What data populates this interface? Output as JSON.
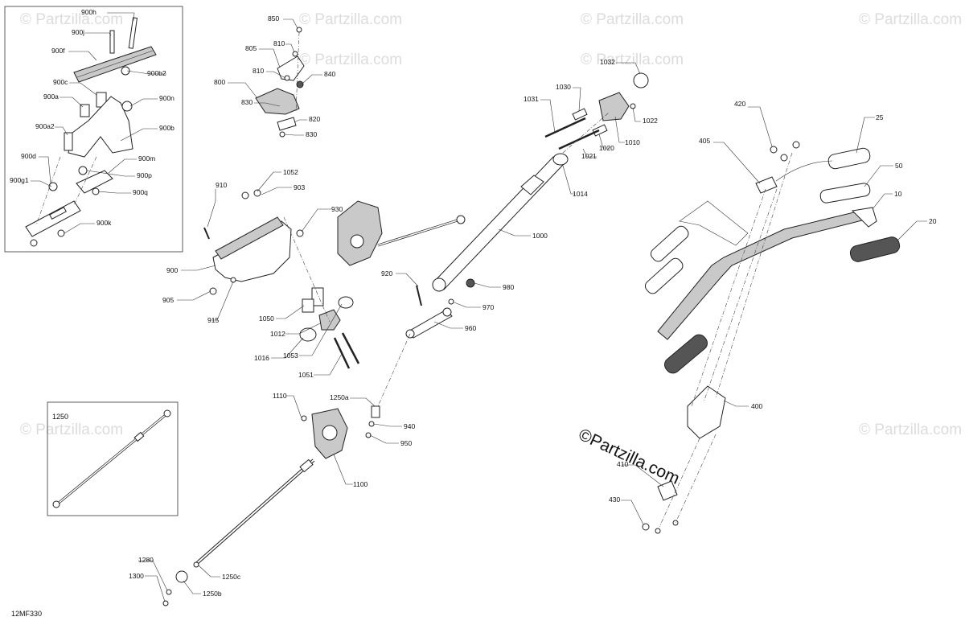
{
  "diagram_code": "12MF330",
  "brand_overlay": "©Partzilla.com",
  "watermark": "© Partzilla.com",
  "inset_1250_title": "1250",
  "callouts": [
    {
      "id": "900h",
      "text": "900h"
    },
    {
      "id": "900j",
      "text": "900j"
    },
    {
      "id": "900f",
      "text": "900f"
    },
    {
      "id": "900c",
      "text": "900c"
    },
    {
      "id": "900b2",
      "text": "900b2"
    },
    {
      "id": "900a",
      "text": "900a"
    },
    {
      "id": "900n",
      "text": "900n"
    },
    {
      "id": "900a2",
      "text": "900a2"
    },
    {
      "id": "900b",
      "text": "900b"
    },
    {
      "id": "900d",
      "text": "900d"
    },
    {
      "id": "900m",
      "text": "900m"
    },
    {
      "id": "900g1",
      "text": "900g1"
    },
    {
      "id": "900p",
      "text": "900p"
    },
    {
      "id": "900q",
      "text": "900q"
    },
    {
      "id": "900k",
      "text": "900k"
    },
    {
      "id": "850",
      "text": "850"
    },
    {
      "id": "805",
      "text": "805"
    },
    {
      "id": "810a",
      "text": "810"
    },
    {
      "id": "810b",
      "text": "810"
    },
    {
      "id": "840",
      "text": "840"
    },
    {
      "id": "800",
      "text": "800"
    },
    {
      "id": "830a",
      "text": "830"
    },
    {
      "id": "820",
      "text": "820"
    },
    {
      "id": "830b",
      "text": "830"
    },
    {
      "id": "1032",
      "text": "1032"
    },
    {
      "id": "1030",
      "text": "1030"
    },
    {
      "id": "1031",
      "text": "1031"
    },
    {
      "id": "1022",
      "text": "1022"
    },
    {
      "id": "1010",
      "text": "1010"
    },
    {
      "id": "1020",
      "text": "1020"
    },
    {
      "id": "1021",
      "text": "1021"
    },
    {
      "id": "1014",
      "text": "1014"
    },
    {
      "id": "1000",
      "text": "1000"
    },
    {
      "id": "1052",
      "text": "1052"
    },
    {
      "id": "910",
      "text": "910"
    },
    {
      "id": "903",
      "text": "903"
    },
    {
      "id": "930",
      "text": "930"
    },
    {
      "id": "900",
      "text": "900"
    },
    {
      "id": "905",
      "text": "905"
    },
    {
      "id": "915",
      "text": "915"
    },
    {
      "id": "1050",
      "text": "1050"
    },
    {
      "id": "1012",
      "text": "1012"
    },
    {
      "id": "1016",
      "text": "1016"
    },
    {
      "id": "1053",
      "text": "1053"
    },
    {
      "id": "1051",
      "text": "1051"
    },
    {
      "id": "920",
      "text": "920"
    },
    {
      "id": "980",
      "text": "980"
    },
    {
      "id": "970",
      "text": "970"
    },
    {
      "id": "960",
      "text": "960"
    },
    {
      "id": "420",
      "text": "420"
    },
    {
      "id": "405",
      "text": "405"
    },
    {
      "id": "25",
      "text": "25"
    },
    {
      "id": "50",
      "text": "50"
    },
    {
      "id": "10",
      "text": "10"
    },
    {
      "id": "20",
      "text": "20"
    },
    {
      "id": "400",
      "text": "400"
    },
    {
      "id": "410",
      "text": "410"
    },
    {
      "id": "430",
      "text": "430"
    },
    {
      "id": "1110",
      "text": "1110"
    },
    {
      "id": "1250a",
      "text": "1250a"
    },
    {
      "id": "940",
      "text": "940"
    },
    {
      "id": "950",
      "text": "950"
    },
    {
      "id": "1100",
      "text": "1100"
    },
    {
      "id": "1280",
      "text": "1280"
    },
    {
      "id": "1300",
      "text": "1300"
    },
    {
      "id": "1250c",
      "text": "1250c"
    },
    {
      "id": "1250b",
      "text": "1250b"
    }
  ]
}
